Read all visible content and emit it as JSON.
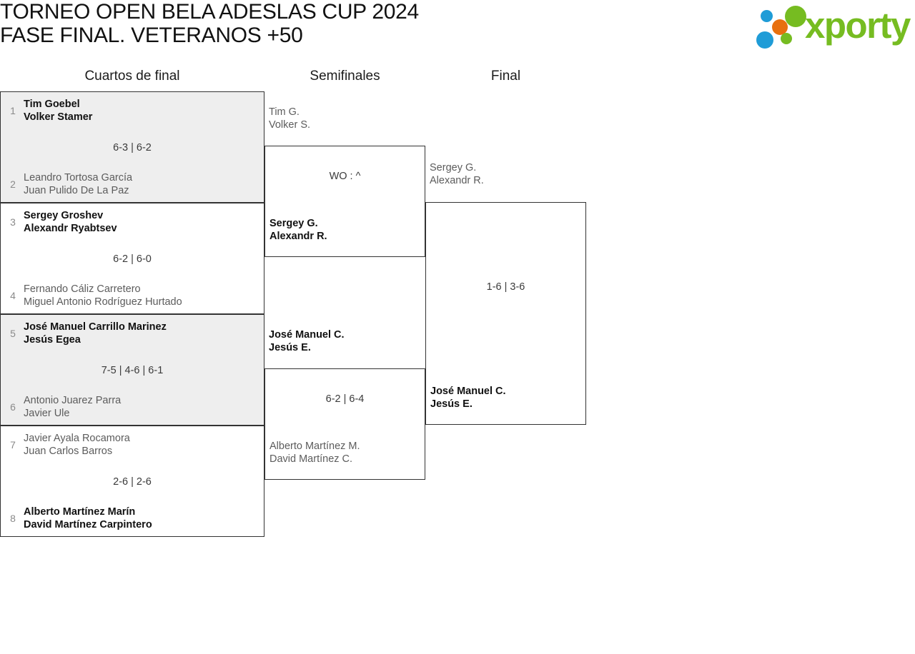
{
  "header": {
    "title_line1": "TORNEO OPEN BELA ADESLAS CUP 2024",
    "title_line2": "FASE FINAL. VETERANOS +50"
  },
  "logo": {
    "wordmark": "xporty",
    "icon_name": "xporty-dots-logo",
    "colors": {
      "green": "#76bc21",
      "blue": "#1f9cd7",
      "orange": "#e8700f"
    }
  },
  "rounds": [
    {
      "label": "Cuartos de final"
    },
    {
      "label": "Semifinales"
    },
    {
      "label": "Final"
    }
  ],
  "chart_data": {
    "type": "bracket",
    "title": "TORNEO OPEN BELA ADESLAS CUP 2024 - FASE FINAL. VETERANOS +50",
    "rounds": [
      "Cuartos de final",
      "Semifinales",
      "Final"
    ],
    "matches": {
      "quarterfinals": [
        {
          "id": "qf1",
          "score": "6-3 | 6-2",
          "top": {
            "seed": "1",
            "players": [
              "Tim Goebel",
              "Volker Stamer"
            ],
            "winner": true
          },
          "bottom": {
            "seed": "2",
            "players": [
              "Leandro Tortosa García",
              "Juan Pulido De La Paz"
            ],
            "winner": false
          }
        },
        {
          "id": "qf2",
          "score": "6-2 | 6-0",
          "top": {
            "seed": "3",
            "players": [
              "Sergey Groshev",
              "Alexandr Ryabtsev"
            ],
            "winner": true
          },
          "bottom": {
            "seed": "4",
            "players": [
              "Fernando Cáliz Carretero",
              "Miguel Antonio Rodríguez Hurtado"
            ],
            "winner": false
          }
        },
        {
          "id": "qf3",
          "score": "7-5 | 4-6 | 6-1",
          "top": {
            "seed": "5",
            "players": [
              "José Manuel Carrillo Marinez",
              "Jesús Egea"
            ],
            "winner": true
          },
          "bottom": {
            "seed": "6",
            "players": [
              "Antonio Juarez Parra",
              "Javier Ule"
            ],
            "winner": false
          }
        },
        {
          "id": "qf4",
          "score": "2-6 | 2-6",
          "top": {
            "seed": "7",
            "players": [
              "Javier Ayala Rocamora",
              "Juan Carlos Barros"
            ],
            "winner": false
          },
          "bottom": {
            "seed": "8",
            "players": [
              "Alberto Martínez Marín",
              "David Martínez Carpintero"
            ],
            "winner": true
          }
        }
      ],
      "semifinals": [
        {
          "id": "sf1",
          "score": "WO : ^",
          "top": {
            "players": [
              "Tim G.",
              "Volker S."
            ],
            "winner": false
          },
          "bottom": {
            "players": [
              "Sergey G.",
              "Alexandr R."
            ],
            "winner": true
          }
        },
        {
          "id": "sf2",
          "score": "6-2 | 6-4",
          "top": {
            "players": [
              "José Manuel C.",
              "Jesús E."
            ],
            "winner": true
          },
          "bottom": {
            "players": [
              "Alberto Martínez M.",
              "David Martínez C."
            ],
            "winner": false
          }
        }
      ],
      "final": [
        {
          "id": "f1",
          "score": "1-6 | 3-6",
          "top": {
            "players": [
              "Sergey G.",
              "Alexandr R."
            ],
            "winner": false
          },
          "bottom": {
            "players": [
              "José Manuel C.",
              "Jesús E."
            ],
            "winner": true
          }
        }
      ]
    }
  }
}
